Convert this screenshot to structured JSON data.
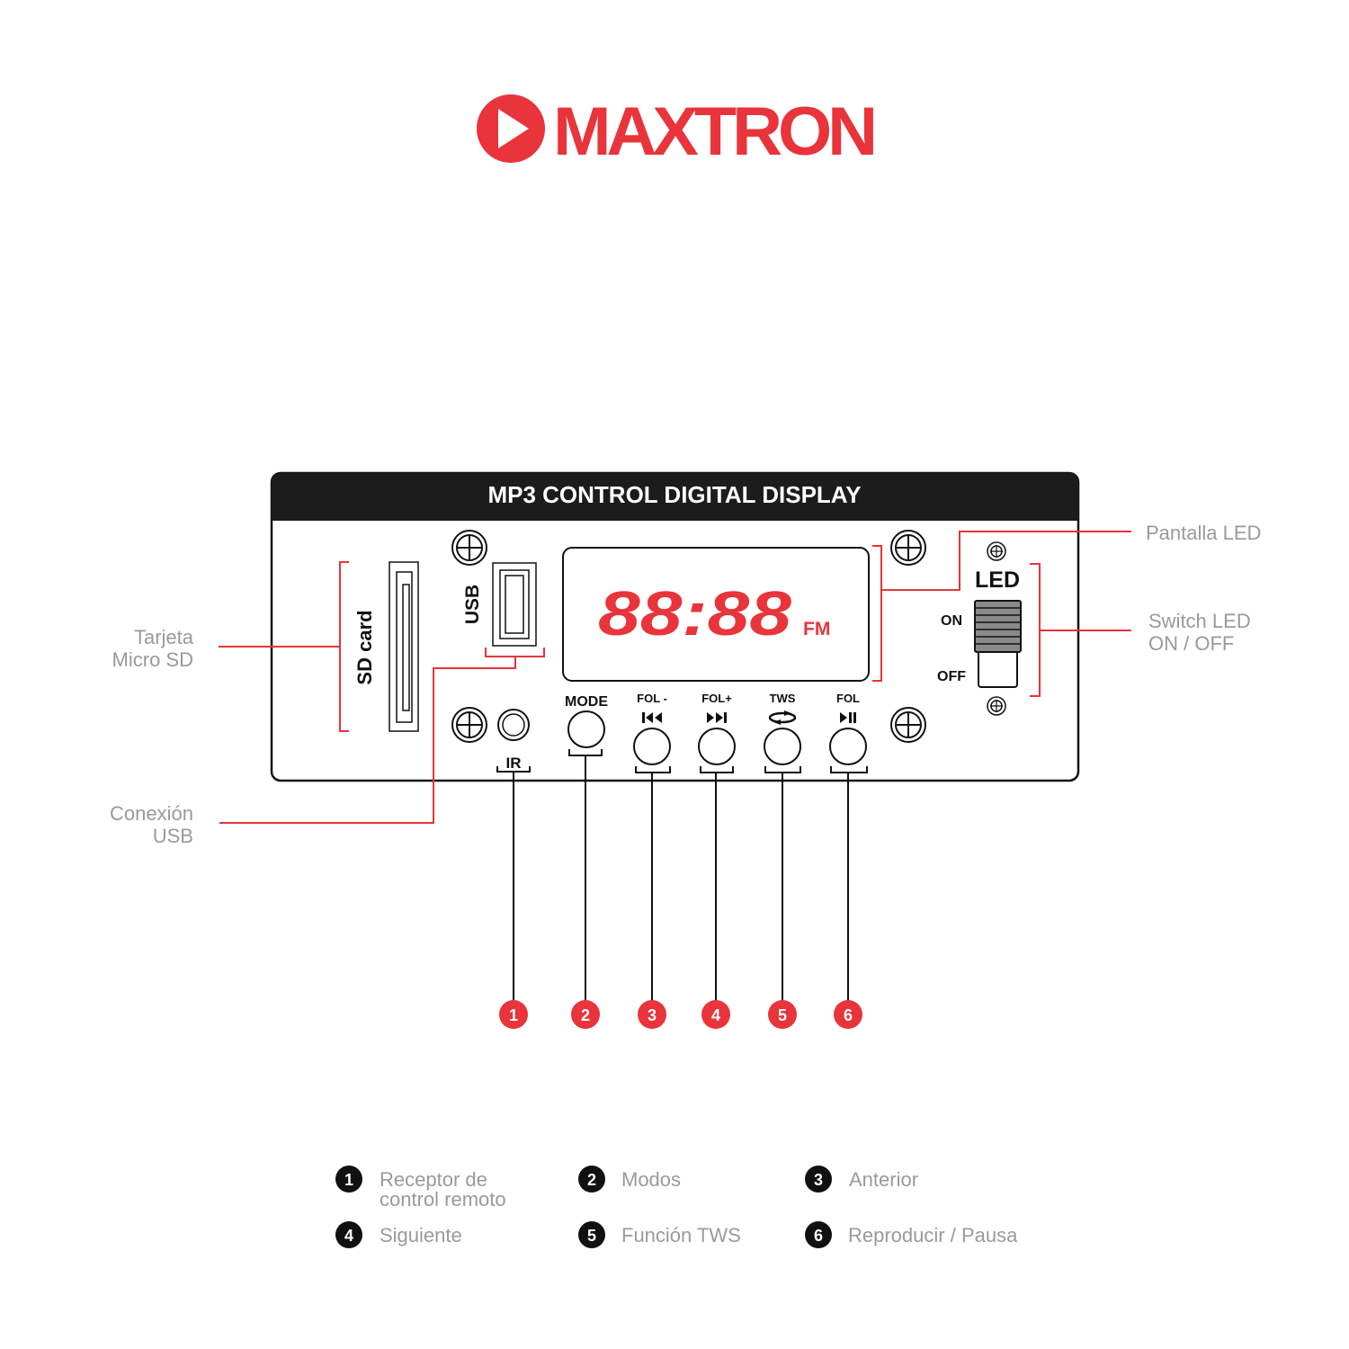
{
  "brand": {
    "logo_text": "MAXTRON",
    "color": "#e8343a"
  },
  "panel": {
    "title": "MP3 CONTROL DIGITAL DISPLAY",
    "sd_label": "SD card",
    "usb_label": "USB",
    "display_digits": "88:88",
    "display_mode": "FM",
    "led_label": "LED",
    "switch_on": "ON",
    "switch_off": "OFF",
    "ir_label": "IR",
    "buttons": [
      {
        "label": "MODE",
        "icon": ""
      },
      {
        "label": "FOL -",
        "icon": "previous-icon"
      },
      {
        "label": "FOL+",
        "icon": "next-icon"
      },
      {
        "label": "TWS",
        "icon": "repeat-icon"
      },
      {
        "label": "FOL",
        "icon": "play-pause-icon"
      }
    ]
  },
  "callouts": {
    "sd_1": "Tarjeta",
    "sd_2": "Micro SD",
    "usb_1": "Conexión",
    "usb_2": "USB",
    "screen": "Pantalla LED",
    "switch_1": "Switch LED",
    "switch_2": "ON / OFF"
  },
  "markers": [
    "1",
    "2",
    "3",
    "4",
    "5",
    "6"
  ],
  "legend": [
    {
      "num": "1",
      "line1": "Receptor de",
      "line2": "control remoto"
    },
    {
      "num": "2",
      "line1": "Modos"
    },
    {
      "num": "3",
      "line1": "Anterior"
    },
    {
      "num": "4",
      "line1": "Siguiente"
    },
    {
      "num": "5",
      "line1": "Función TWS"
    },
    {
      "num": "6",
      "line1": "Reproducir / Pausa"
    }
  ]
}
